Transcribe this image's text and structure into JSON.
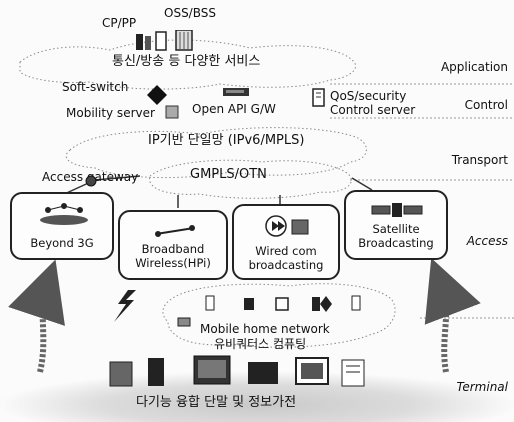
{
  "layers": {
    "application": "Application",
    "control": "Control",
    "transport": "Transport",
    "access": "Access",
    "terminal": "Terminal"
  },
  "application": {
    "cp_pp": "CP/PP",
    "oss_bss": "OSS/BSS",
    "services": "통신/방송 등 다양한 서비스"
  },
  "control": {
    "soft_switch": "Soft-switch",
    "mobility_server": "Mobility server",
    "open_api": "Open API G/W",
    "qos_line1": "QoS/security",
    "qos_line2": "Control server"
  },
  "transport": {
    "ip_network": "IP기반 단일망 (IPv6/MPLS)",
    "access_gateway": "Access gateway",
    "gmpls": "GMPLS/OTN"
  },
  "access": {
    "boxes": [
      {
        "label": "Beyond 3G"
      },
      {
        "label": "Broadband\nWireless(HPi)"
      },
      {
        "label": "Wired com\nbroadcasting"
      },
      {
        "label": "Satellite\nBroadcasting"
      }
    ]
  },
  "terminal": {
    "home_network_line1": "Mobile home network",
    "home_network_line2": "유비쿼터스 컴퓨팅",
    "devices_label": "다기능 융합 단말 및 정보가전"
  }
}
